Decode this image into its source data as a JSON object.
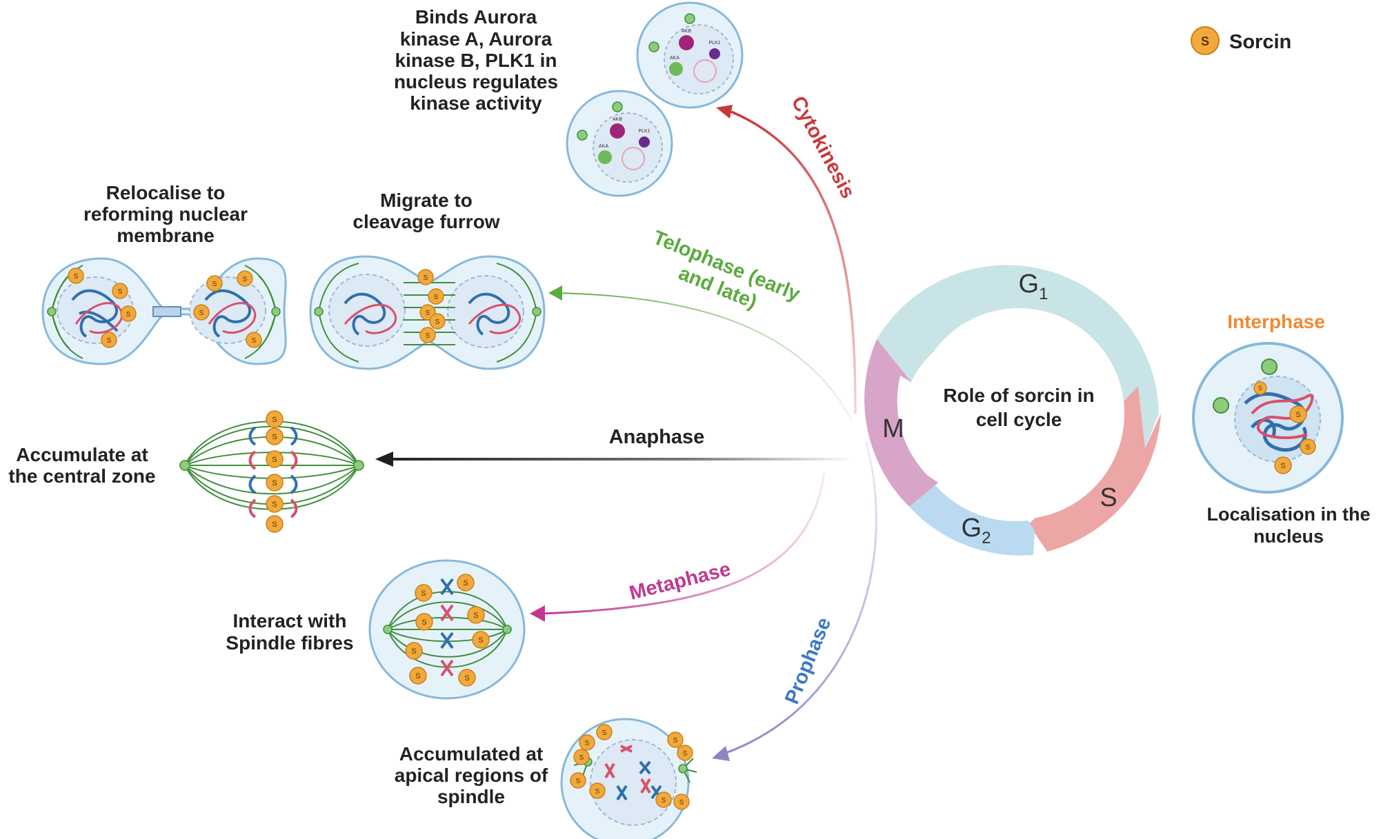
{
  "legend": {
    "badge": "S",
    "label": "Sorcin"
  },
  "center": {
    "line1": "Role of sorcin in",
    "line2": "cell cycle"
  },
  "ring": {
    "g1": "G",
    "g1_sub": "1",
    "s": "S",
    "g2": "G",
    "g2_sub": "2",
    "m": "M"
  },
  "interphase": {
    "title": "Interphase",
    "caption_line1": "Localisation  in the",
    "caption_line2": "nucleus"
  },
  "phases": {
    "cytokinesis": "Cytokinesis",
    "telophase_line1": "Telophase (early",
    "telophase_line2": "and late)",
    "anaphase": "Anaphase",
    "metaphase": "Metaphase",
    "prophase": "Prophase"
  },
  "captions": {
    "cytokinesis": [
      "Binds Aurora",
      "kinase A, Aurora",
      "kinase B, PLK1 in",
      "nucleus regulates",
      "kinase activity"
    ],
    "reform": [
      "Relocalise to",
      "reforming nuclear",
      "membrane"
    ],
    "furrow": [
      "Migrate to",
      "cleavage furrow"
    ],
    "anaphase": [
      "Accumulate at",
      "the central zone"
    ],
    "metaphase": [
      "Interact with",
      "Spindle fibres"
    ],
    "prophase": [
      "Accumulated at",
      "apical regions of",
      "spindle"
    ]
  },
  "kinase_labels": {
    "aurora_b": "AKB",
    "aurora_a": "AKA",
    "plk1": "PLK1"
  },
  "colors": {
    "sorcin": "#f2a93b",
    "cytokinesis": "#c8383a",
    "telophase": "#5aab3e",
    "anaphase": "#1f1f1f",
    "metaphase": "#c0388f",
    "prophase": "#3b78c6",
    "interphase": "#ee8a32",
    "g1": "#c9e4e6",
    "s": "#eda6a6",
    "g2": "#b9daf0",
    "m": "#d8a4c8",
    "cell_fill": "#e6f2fa",
    "cell_stroke": "#86b8dc",
    "spindle": "#3f8f3a"
  }
}
